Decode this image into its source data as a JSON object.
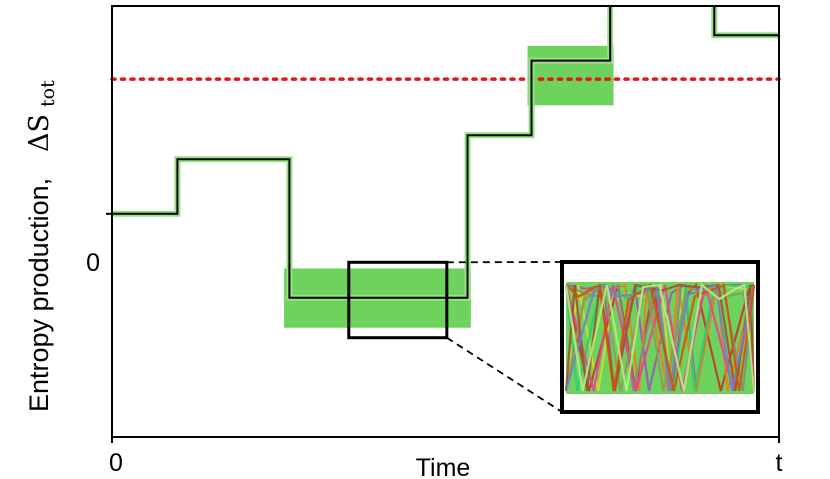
{
  "chart_data": {
    "type": "line",
    "title": "",
    "ylabel": "Entropy production,",
    "ylabel_symbol": "ΔS",
    "ylabel_subscript": "tot",
    "xlabel": "Time",
    "x_ticks": [
      "0",
      "t"
    ],
    "y_ticks": [
      "0"
    ],
    "xlim": [
      0,
      1
    ],
    "ylim": [
      -2.9,
      2.7
    ],
    "grid": false,
    "threshold_line": {
      "value": 1.75,
      "style": "dotted",
      "color": "#e8141b"
    },
    "series": [
      {
        "points": [
          [
            0.0,
            0.0
          ],
          [
            0.098,
            0.0
          ],
          [
            0.098,
            0.71
          ],
          [
            0.266,
            0.71
          ],
          [
            0.266,
            -1.09
          ],
          [
            0.533,
            -1.09
          ],
          [
            0.533,
            1.02
          ],
          [
            0.629,
            1.02
          ],
          [
            0.629,
            1.99
          ],
          [
            0.747,
            1.99
          ],
          [
            0.747,
            3.02
          ],
          [
            0.903,
            3.02
          ],
          [
            0.903,
            2.32
          ],
          [
            1.0,
            2.32
          ]
        ],
        "color": "#000000"
      }
    ],
    "uncertainty_bands": [
      {
        "x": [
          0.258,
          0.538
        ],
        "y": [
          -1.48,
          -0.71
        ]
      },
      {
        "x": [
          0.623,
          0.752
        ],
        "y": [
          1.41,
          2.18
        ]
      }
    ],
    "zoom_box": {
      "x": [
        0.355,
        0.502
      ],
      "y": [
        -1.61,
        -0.63
      ]
    },
    "inset": {
      "trace_count": 12,
      "colors": [
        "#9b59b6",
        "#cddc39",
        "#c0392b",
        "#e67e22",
        "#2ecc71",
        "#7f8c8d",
        "#e84393",
        "#8e9a5b",
        "#a0522d",
        "#6d83c6",
        "#d35400",
        "#b8e986"
      ]
    },
    "colors": {
      "line": "#000000",
      "band": "#6dd35c",
      "band_edge": "#9adf87",
      "threshold": "#e8141b"
    }
  }
}
